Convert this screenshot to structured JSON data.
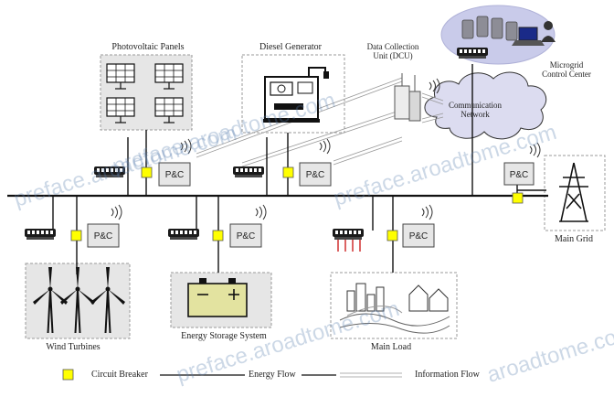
{
  "components": {
    "pv": "Photovoltaic Panels",
    "diesel": "Diesel Generator",
    "dcu": "Data Collection Unit (DCU)",
    "mgcc": "Microgrid Control Center",
    "comm": "Communication Network",
    "grid": "Main Grid",
    "wind": "Wind Turbines",
    "ess": "Energy Storage System",
    "load": "Main Load"
  },
  "controller_label": "P&C",
  "legend": {
    "breaker": "Circuit Breaker",
    "energy": "Energy Flow",
    "info": "Information Flow"
  },
  "watermarks": [
    "preface.aroadtome.com",
    "preface.aroadtome.com",
    "preface.aroadtome.com",
    "preface.aroadtome.com",
    "aroadtome.com"
  ],
  "colors": {
    "breaker": "#ffff00",
    "box_fill": "#e6e6e6",
    "cloud_fill": "#dcdcf0",
    "mgcc_fill": "#c9cbea",
    "line": "#111111",
    "load_red": "#cc2222"
  }
}
